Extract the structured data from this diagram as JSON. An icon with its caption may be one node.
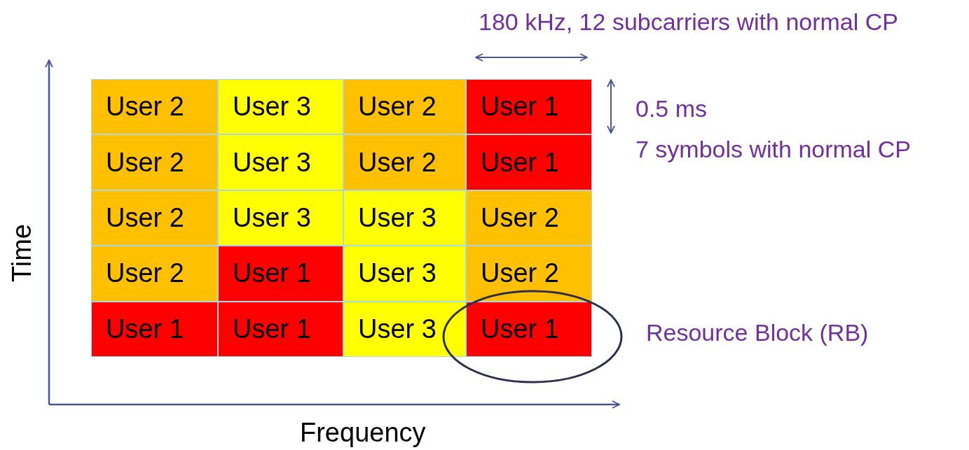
{
  "diagram": {
    "nodes": [
      {
        "text": [
          "User 2"
        ]
      },
      {
        "text": [
          "User 3"
        ]
      },
      {
        "text": [
          "User 2"
        ]
      },
      {
        "text": [
          "User 1"
        ]
      },
      {
        "text": [
          "User 2"
        ]
      },
      {
        "text": [
          "User 3"
        ]
      },
      {
        "text": [
          "User 2"
        ]
      },
      {
        "text": [
          "User 1"
        ]
      },
      {
        "text": [
          "User 2"
        ]
      },
      {
        "text": [
          "User 3"
        ]
      },
      {
        "text": [
          "User 3"
        ]
      },
      {
        "text": [
          "User 2"
        ]
      },
      {
        "text": [
          "User 2"
        ]
      },
      {
        "text": [
          "User 1"
        ]
      },
      {
        "text": [
          "User 3"
        ]
      },
      {
        "text": [
          "User 2"
        ]
      },
      {
        "text": [
          "User 1"
        ]
      },
      {
        "text": [
          "User 1"
        ]
      },
      {
        "text": [
          "User 3"
        ]
      },
      {
        "text": [
          "User 1"
        ]
      }
    ],
    "labels": [
      "180 kHz, 12 subcarriers with normal CP",
      "0.5 ms",
      "7 symbols with normal CP",
      "Time",
      "Resource Block (RB)",
      "Frequency"
    ]
  }
}
